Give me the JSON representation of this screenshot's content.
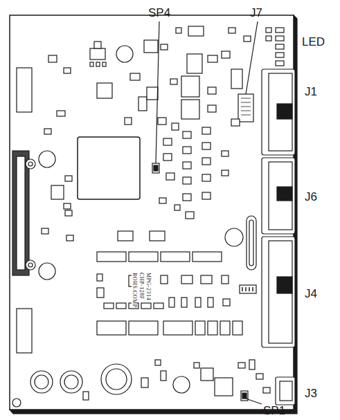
{
  "diagram": {
    "labels": [
      "SP4",
      "J7",
      "LED",
      "J1",
      "J6",
      "J4",
      "J3",
      "SP1",
      "MPG-2314",
      "CHP-128F",
      "ROHS.COMP"
    ]
  }
}
